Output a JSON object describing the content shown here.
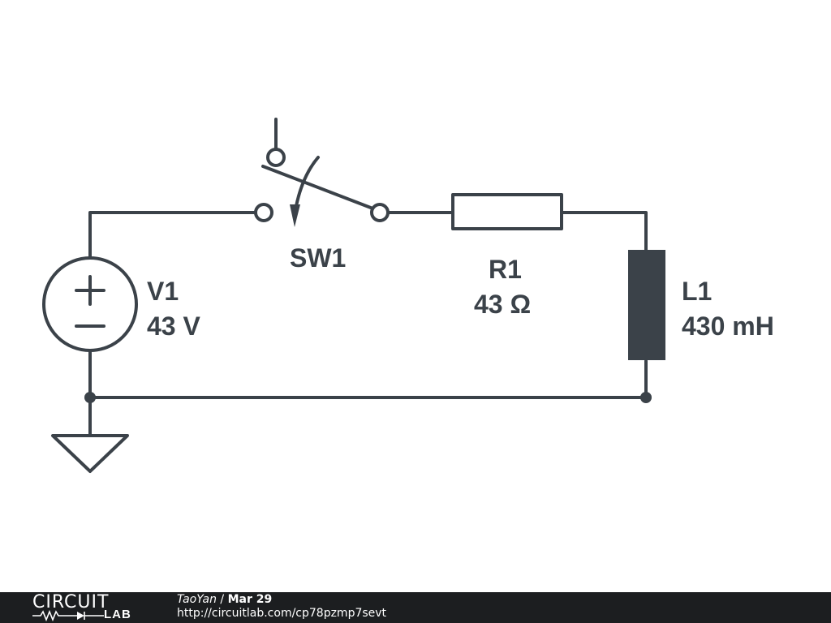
{
  "schematic": {
    "components": [
      {
        "id": "V1",
        "type": "voltage-source",
        "name": "V1",
        "value": "43 V"
      },
      {
        "id": "SW1",
        "type": "switch",
        "name": "SW1"
      },
      {
        "id": "R1",
        "type": "resistor",
        "name": "R1",
        "value": "43 Ω"
      },
      {
        "id": "L1",
        "type": "inductor",
        "name": "L1",
        "value": "430 mH"
      },
      {
        "id": "GND",
        "type": "ground"
      }
    ],
    "colors": {
      "ink": "#3b4249",
      "footer_bg": "#1c1e20"
    }
  },
  "footer": {
    "logo_top": "CIRCUIT",
    "logo_bottom": "LAB",
    "author": "TaoYan",
    "separator": " / ",
    "date": "Mar 29",
    "url": "http://circuitlab.com/cp78pzmp7sevt"
  }
}
